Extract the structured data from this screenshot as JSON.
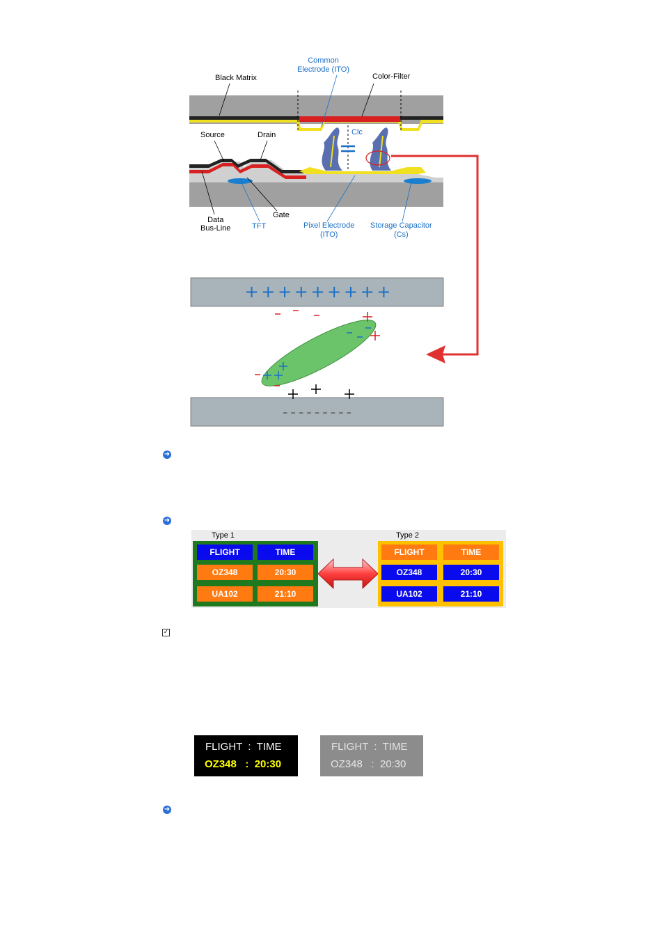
{
  "diagram": {
    "labels": {
      "black_matrix": "Black Matrix",
      "common_electrode": "Common\nElectrode (ITO)",
      "color_filter": "Color-Filter",
      "source": "Source",
      "drain": "Drain",
      "clc": "Clc",
      "gate": "Gate",
      "data_bus_line": "Data\nBus-Line",
      "tft": "TFT",
      "pixel_electrode": "Pixel Electrode\n(ITO)",
      "storage_capacitor": "Storage Capacitor\n(Cs)"
    },
    "top_plate_signs": "+ + + + + + + + +",
    "bottom_plate_signs": "– – – – – – – – –",
    "colors": {
      "blue_label": "#1a6fc6",
      "red_arrow": "#e03030",
      "plate": "#a9b3ba",
      "ellipse": "#6cc46a"
    }
  },
  "types": {
    "type1": {
      "title": "Type 1",
      "cells": [
        "FLIGHT",
        "TIME",
        "OZ348",
        "20:30",
        "UA102",
        "21:10"
      ]
    },
    "type2": {
      "title": "Type 2",
      "cells": [
        "FLIGHT",
        "TIME",
        "OZ348",
        "20:30",
        "UA102",
        "21:10"
      ]
    }
  },
  "displays": {
    "dark": {
      "line1": "FLIGHT  :  TIME",
      "line2": "OZ348   :  20:30"
    },
    "gray": {
      "line1": "FLIGHT  :  TIME",
      "line2": "OZ348   :  20:30"
    }
  },
  "icons": {
    "bullet": "arrow-circle-icon",
    "check": "checkbox-icon"
  }
}
